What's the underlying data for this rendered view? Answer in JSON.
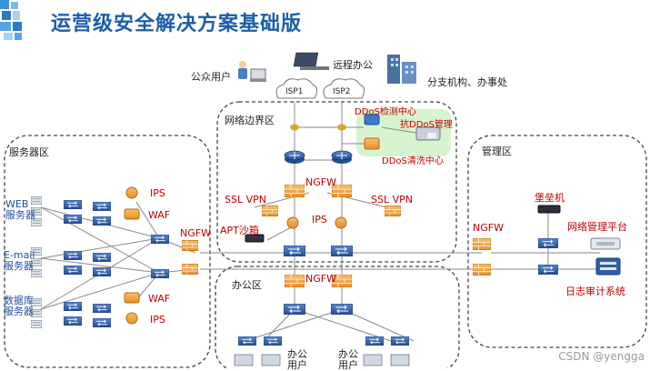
{
  "header": {
    "title": "运营级安全解决方案基础版"
  },
  "accent": {
    "title": "#1d5ea8",
    "labels": "#c00000",
    "firewall": "#f2a13a",
    "switch": "#2f5fa8",
    "ddos_zone": "#d9f2d0"
  },
  "external": {
    "public_user": "公众用户",
    "remote_office": "远程办公",
    "branch": "分支机构、办事处",
    "isp1": "ISP1",
    "isp2": "ISP2"
  },
  "zones": {
    "server": "服务器区",
    "border": "网络边界区",
    "office": "办公区",
    "management": "管理区"
  },
  "server_zone": {
    "web": "WEB\n服务器",
    "email": "E-mail\n服务器",
    "db": "数据库\n服务器",
    "ips_top": "IPS",
    "waf_top": "WAF",
    "waf_bottom": "WAF",
    "ips_bottom": "IPS",
    "ngfw": "NGFW"
  },
  "border_zone": {
    "ddos_detect": "DDoS检测中心",
    "anti_ddos_mgmt": "抗DDoS管理",
    "ddos_clean": "DDoS清洗中心",
    "ngfw": "NGFW",
    "ssl_vpn_left": "SSL VPN",
    "ssl_vpn_right": "SSL VPN",
    "apt_sandbox": "APT沙箱",
    "ips": "IPS"
  },
  "office_zone": {
    "ngfw": "NGFW",
    "office_user_1": "办公\n用户",
    "office_user_2": "办公\n用户"
  },
  "management_zone": {
    "ngfw": "NGFW",
    "bastion": "堡垒机",
    "nms": "网络管理平台",
    "log_audit": "日志审计系统"
  },
  "watermark": "CSDN @yengga"
}
